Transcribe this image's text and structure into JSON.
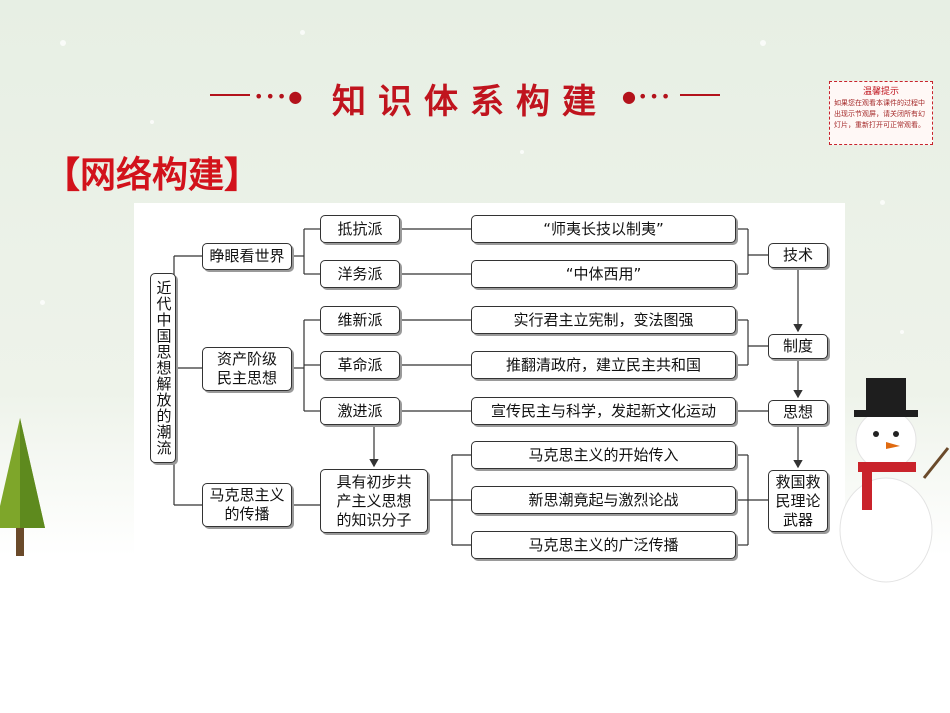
{
  "header": {
    "title": "知识体系构建"
  },
  "notice": {
    "title": "温馨提示",
    "body": "如果您在观看本课件的过程中出现示节观屏，请关闭所有幻灯片，重新打开可正常观看。"
  },
  "section": {
    "title": "【网络构建】"
  },
  "diagram": {
    "root": "近代中国思想解放的潮流",
    "branches": [
      {
        "label": "睁眼看世界"
      },
      {
        "label": "资产阶级民主思想"
      },
      {
        "label": "马克思主义的传播"
      }
    ],
    "groups": [
      "抵抗派",
      "洋务派",
      "维新派",
      "革命派",
      "激进派",
      "具有初步共产主义思想的知识分子"
    ],
    "ideas": [
      "“师夷长技以制夷”",
      "“中体西用”",
      "实行君主立宪制，变法图强",
      "推翻清政府，建立民主共和国",
      "宣传民主与科学，发起新文化运动",
      "马克思主义的开始传入",
      "新思潮竟起与激烈论战",
      "马克思主义的广泛传播"
    ],
    "levels": [
      "技术",
      "制度",
      "思想",
      "救国救民理论武器"
    ]
  }
}
